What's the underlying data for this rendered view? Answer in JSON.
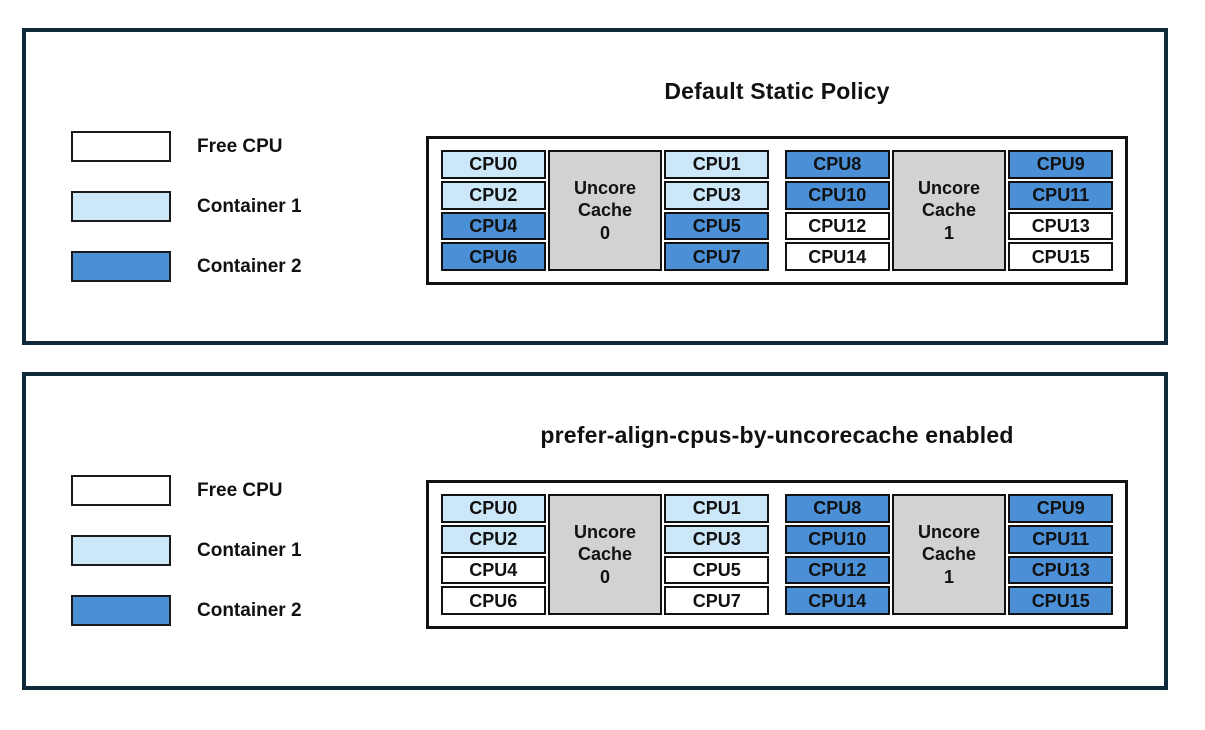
{
  "colors": {
    "free": "#ffffff",
    "container1": "#cce8f8",
    "container2": "#4b90d6",
    "cache_fill": "#d2d2d2",
    "panel_border": "#112a3b"
  },
  "legend": {
    "items": [
      {
        "label": "Free CPU",
        "color_key": "free"
      },
      {
        "label": "Container 1",
        "color_key": "container1"
      },
      {
        "label": "Container 2",
        "color_key": "container2"
      }
    ]
  },
  "panels": [
    {
      "title": "Default Static Policy",
      "caches": [
        {
          "label_lines": [
            "Uncore",
            "Cache",
            "0"
          ],
          "left": [
            {
              "cpu": "CPU0",
              "state": "container1"
            },
            {
              "cpu": "CPU2",
              "state": "container1"
            },
            {
              "cpu": "CPU4",
              "state": "container2"
            },
            {
              "cpu": "CPU6",
              "state": "container2"
            }
          ],
          "right": [
            {
              "cpu": "CPU1",
              "state": "container1"
            },
            {
              "cpu": "CPU3",
              "state": "container1"
            },
            {
              "cpu": "CPU5",
              "state": "container2"
            },
            {
              "cpu": "CPU7",
              "state": "container2"
            }
          ]
        },
        {
          "label_lines": [
            "Uncore",
            "Cache",
            "1"
          ],
          "left": [
            {
              "cpu": "CPU8",
              "state": "container2"
            },
            {
              "cpu": "CPU10",
              "state": "container2"
            },
            {
              "cpu": "CPU12",
              "state": "free"
            },
            {
              "cpu": "CPU14",
              "state": "free"
            }
          ],
          "right": [
            {
              "cpu": "CPU9",
              "state": "container2"
            },
            {
              "cpu": "CPU11",
              "state": "container2"
            },
            {
              "cpu": "CPU13",
              "state": "free"
            },
            {
              "cpu": "CPU15",
              "state": "free"
            }
          ]
        }
      ]
    },
    {
      "title": "prefer-align-cpus-by-uncorecache enabled",
      "caches": [
        {
          "label_lines": [
            "Uncore",
            "Cache",
            "0"
          ],
          "left": [
            {
              "cpu": "CPU0",
              "state": "container1"
            },
            {
              "cpu": "CPU2",
              "state": "container1"
            },
            {
              "cpu": "CPU4",
              "state": "free"
            },
            {
              "cpu": "CPU6",
              "state": "free"
            }
          ],
          "right": [
            {
              "cpu": "CPU1",
              "state": "container1"
            },
            {
              "cpu": "CPU3",
              "state": "container1"
            },
            {
              "cpu": "CPU5",
              "state": "free"
            },
            {
              "cpu": "CPU7",
              "state": "free"
            }
          ]
        },
        {
          "label_lines": [
            "Uncore",
            "Cache",
            "1"
          ],
          "left": [
            {
              "cpu": "CPU8",
              "state": "container2"
            },
            {
              "cpu": "CPU10",
              "state": "container2"
            },
            {
              "cpu": "CPU12",
              "state": "container2"
            },
            {
              "cpu": "CPU14",
              "state": "container2"
            }
          ],
          "right": [
            {
              "cpu": "CPU9",
              "state": "container2"
            },
            {
              "cpu": "CPU11",
              "state": "container2"
            },
            {
              "cpu": "CPU13",
              "state": "container2"
            },
            {
              "cpu": "CPU15",
              "state": "container2"
            }
          ]
        }
      ]
    }
  ]
}
